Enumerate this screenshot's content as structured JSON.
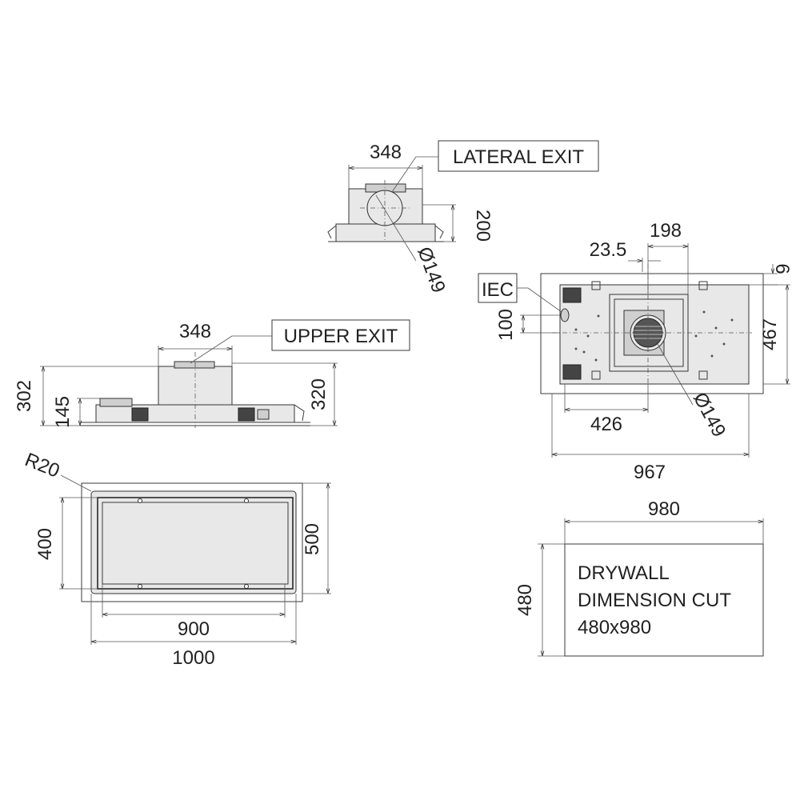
{
  "lateral_exit": {
    "label": "LATERAL EXIT",
    "width": "348",
    "height": "200",
    "diameter": "Ø149"
  },
  "upper_exit": {
    "label": "UPPER EXIT",
    "width": "348",
    "height_total": "302",
    "height_small": "145",
    "height_right": "320"
  },
  "top_view": {
    "iec": "IEC",
    "dim_198": "198",
    "dim_23_5": "23.5",
    "dim_6": "6",
    "dim_100": "100",
    "dim_467": "467",
    "dim_426": "426",
    "dim_967": "967",
    "diameter": "Ø149"
  },
  "front_view": {
    "radius": "R20",
    "dim_400": "400",
    "dim_500": "500",
    "dim_900": "900",
    "dim_1000": "1000"
  },
  "drywall": {
    "line1": "DRYWALL",
    "line2": "DIMENSION CUT",
    "line3": "480x980",
    "width": "980",
    "height": "480"
  }
}
